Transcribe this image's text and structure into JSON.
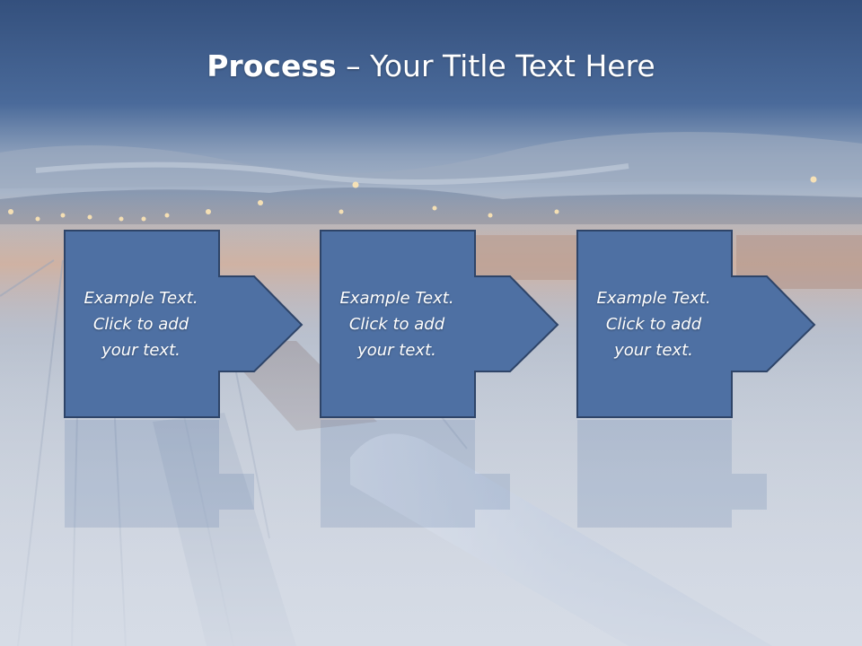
{
  "slide": {
    "title_bold": "Process",
    "title_rest": " – Your Title Text Here",
    "steps": [
      {
        "text": "Example Text.\nClick  to add\nyour text."
      },
      {
        "text": "Example Text.\nClick  to add\nyour text."
      },
      {
        "text": "Example Text.\nClick  to add\nyour text."
      }
    ]
  },
  "colors": {
    "header_blue": "#3f5f8f",
    "box_fill": "#4e70a3",
    "box_border": "#2e4468"
  }
}
